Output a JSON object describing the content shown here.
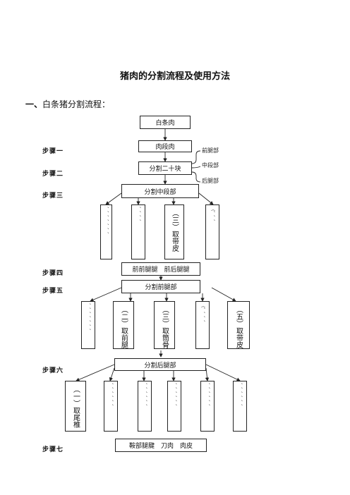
{
  "document": {
    "title": "猪肉的分割流程及使用方法",
    "section_number": "一、",
    "section_heading": "白条猪分割流程："
  },
  "flow": {
    "root": "白条肉",
    "steps": [
      "步骤一",
      "步骤二",
      "步骤三",
      "步骤四",
      "步骤五",
      "步骤六",
      "步骤七"
    ],
    "step1_box": "肉段肉",
    "step2_box": "分割二十块",
    "brace_notes": [
      "前腿部",
      "中段部",
      "后腿部"
    ],
    "step3_box": "分割中段部",
    "step3_items": [
      "、、、、、、、",
      "、、、、",
      "（三）取带皮",
      "（、、、"
    ],
    "step4_box": "前前腿腿　前后腿腿",
    "step5_box": "分割前腿部",
    "step5_items": [
      "、、、、、、、",
      "（二）取前腿",
      "（三）取筒骨",
      "（、、、、",
      "（五）取带皮"
    ],
    "step6_box": "分割后腿部",
    "step6_items": [
      "（一）取尾椎",
      "、、、、、、",
      "、、、、、、",
      "、、、、、、",
      "、、、、、、",
      "、、、、、、"
    ],
    "step7_box": "鞍部腿腱　刀肉　肉皮"
  }
}
